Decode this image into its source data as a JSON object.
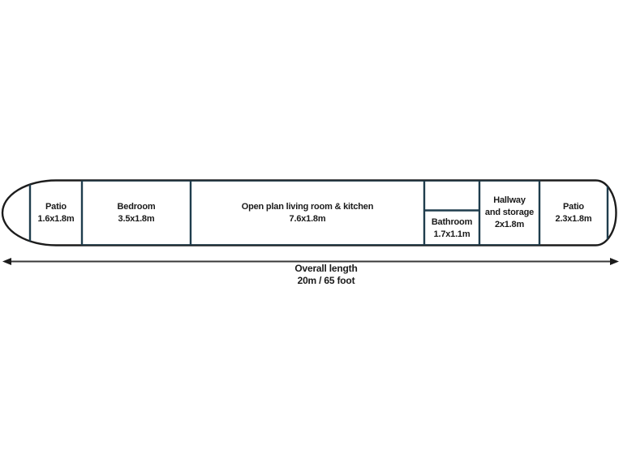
{
  "diagram": {
    "title_implicit": "Narrowboat floor plan",
    "rooms": [
      {
        "name": "Patio",
        "size": "1.6x1.8m"
      },
      {
        "name": "Bedroom",
        "size": "3.5x1.8m"
      },
      {
        "name": "Open plan living room & kitchen",
        "size": "7.6x1.8m"
      },
      {
        "name": "Bathroom",
        "size": "1.7x1.1m"
      },
      {
        "name": "Hallway",
        "name_line2": "and storage",
        "size": "2x1.8m"
      },
      {
        "name": "Patio",
        "size": "2.3x1.8m"
      }
    ],
    "dimension": {
      "label": "Overall length",
      "value": "20m / 65 foot"
    },
    "colors": {
      "hull_outline": "#1c1c1c",
      "room_lines": "#1f3d4d",
      "arrow": "#383838",
      "text": "#1a1a1a",
      "background": "#ffffff"
    }
  }
}
